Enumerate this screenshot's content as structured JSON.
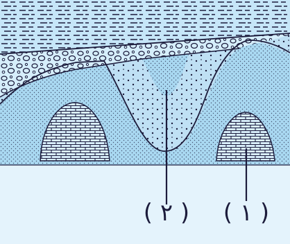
{
  "diagram": {
    "callouts": [
      {
        "id": "callout-2",
        "label": "( ٢ )"
      },
      {
        "id": "callout-1",
        "label": "( ١ )"
      }
    ],
    "colors": {
      "ink": "#1c1c3c",
      "sky": "#e4f3fc",
      "water": "#c6e6f8",
      "sand": "#bfe0f4",
      "shale": "#a9d8f1",
      "brick": "#d8eefb"
    }
  }
}
